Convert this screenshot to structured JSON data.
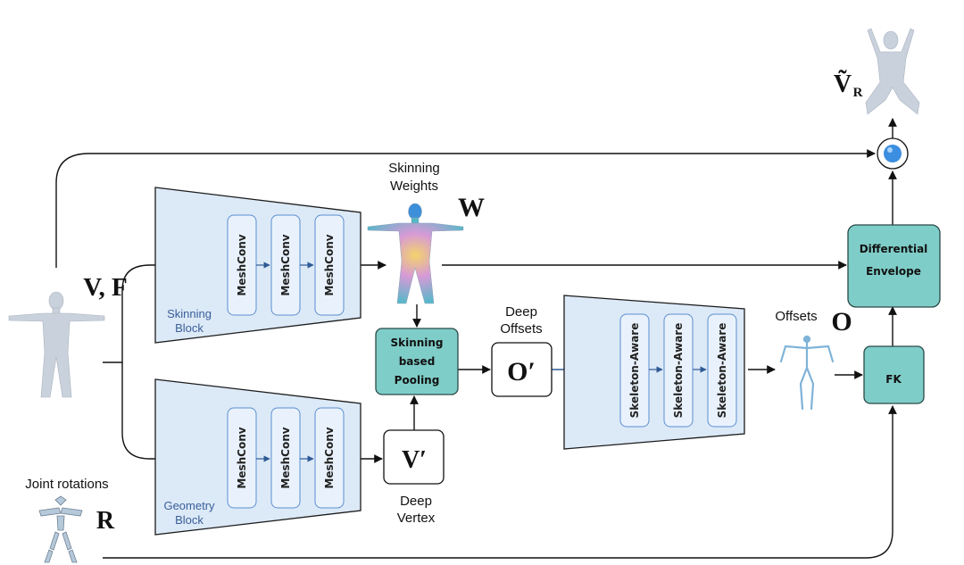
{
  "labels": {
    "input_vf": "V, F",
    "weights_symbol": "W",
    "skinning_weights_line1": "Skinning",
    "skinning_weights_line2": "Weights",
    "offsets_symbol": "O",
    "offsets_label": "Offsets",
    "deep_offsets_line1": "Deep",
    "deep_offsets_line2": "Offsets",
    "deep_offsets_symbol": "O′",
    "deep_vertex_symbol": "V′",
    "deep_vertex_line1": "Deep",
    "deep_vertex_line2": "Vertex",
    "rotation_symbol": "R",
    "joint_rotations": "Joint rotations",
    "output_symbol": "Ṽ",
    "output_subscript": "R"
  },
  "blocks": {
    "skinning_block_line1": "Skinning",
    "skinning_block_line2": "Block",
    "geometry_block_line1": "Geometry",
    "geometry_block_line2": "Block",
    "meshconv": [
      "MeshConv",
      "MeshConv",
      "MeshConv",
      "MeshConv",
      "MeshConv",
      "MeshConv"
    ],
    "skeleton_aware": [
      "Skeleton-Aware",
      "Skeleton-Aware",
      "Skeleton-Aware"
    ],
    "pooling_line1": "Skinning",
    "pooling_line2": "based",
    "pooling_line3": "Pooling",
    "envelope_line1": "Differential",
    "envelope_line2": "Envelope",
    "fk": "FK"
  },
  "colors": {
    "block_fill": "#dce9f7",
    "block_stroke": "#1c1c1c",
    "conv_fill": "#e9f2fc",
    "conv_stroke": "#5b8fcf",
    "teal_fill": "#7fcdc8",
    "teal_stroke": "#2a4a48",
    "arrow": "#111111",
    "inner_arrow": "#2f5a95",
    "blend_node": "#3b8ee0",
    "mesh_gray": "#c9d1dc",
    "skeleton_blue": "#7fb3d8"
  }
}
